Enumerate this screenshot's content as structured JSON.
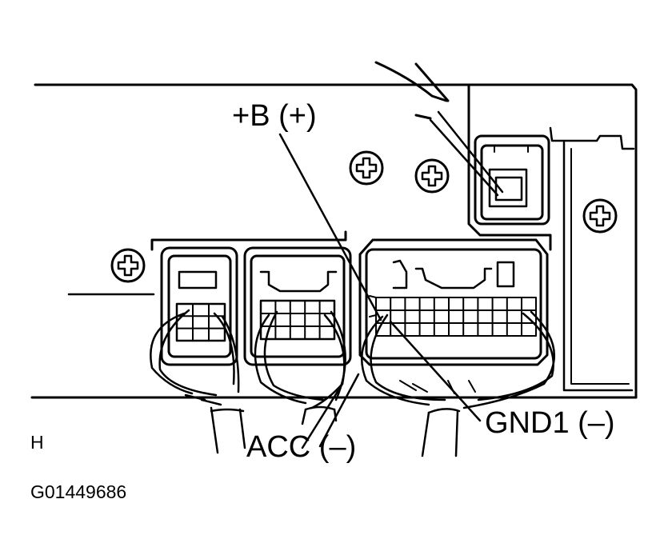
{
  "labels": {
    "b_plus": "+B (+)",
    "acc": "ACC (–)",
    "gnd1": "GND1 (–)",
    "view": "H",
    "figure_code": "G01449686"
  },
  "colors": {
    "ink": "#000000",
    "paper": "#ffffff"
  },
  "icons": [
    "screw-icon",
    "probe-icon"
  ]
}
